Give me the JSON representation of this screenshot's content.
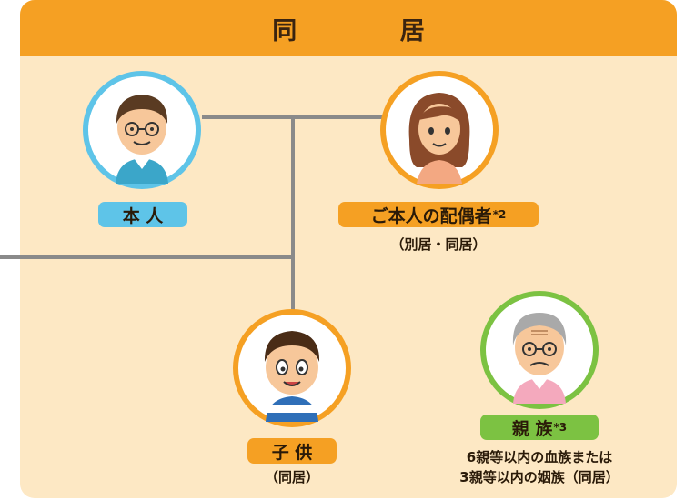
{
  "header": {
    "title": "同 居"
  },
  "people": {
    "self": {
      "label": "本 人",
      "icon": "boy-with-glasses-icon"
    },
    "spouse": {
      "label": "ご本人の配偶者",
      "mark": "*2",
      "note": "（別居・同居）",
      "icon": "woman-icon"
    },
    "child": {
      "label": "子 供",
      "note": "（同居）",
      "icon": "child-icon"
    },
    "relative": {
      "label": "親 族",
      "mark": "*3",
      "note_line1": "6親等以内の血族または",
      "note_line2": "3親等以内の姻族（同居）",
      "icon": "elderly-man-icon"
    }
  },
  "colors": {
    "header": "#f5a023",
    "background": "#fde8c4",
    "self_accent": "#5ec4e8",
    "spouse_accent": "#f5a023",
    "child_accent": "#f5a023",
    "relative_accent": "#7cc242",
    "connector": "#8a8a8a"
  }
}
